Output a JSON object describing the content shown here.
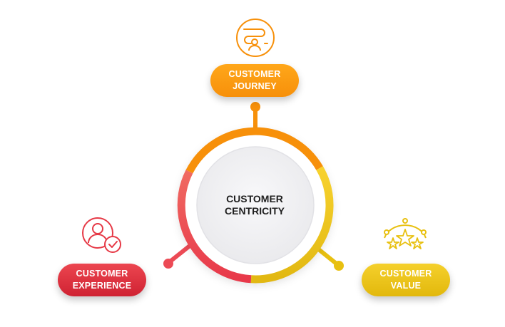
{
  "title": "Customer Centricity",
  "center": {
    "line1": "CUSTOMER",
    "line2": "CENTRICITY"
  },
  "pillars": [
    {
      "id": "journey",
      "line1": "CUSTOMER",
      "line2": "JOURNEY",
      "color": "#f7900a",
      "icon": "journey-path-icon"
    },
    {
      "id": "experience",
      "line1": "CUSTOMER",
      "line2": "EXPERIENCE",
      "color": "#e63946",
      "icon": "user-check-icon"
    },
    {
      "id": "value",
      "line1": "CUSTOMER",
      "line2": "VALUE",
      "color": "#e8c010",
      "icon": "stars-icon"
    }
  ],
  "colors": {
    "orange": "#f7900a",
    "red": "#ec4a55",
    "yellow": "#f3cc2a",
    "inner": "#f2f2f4"
  }
}
